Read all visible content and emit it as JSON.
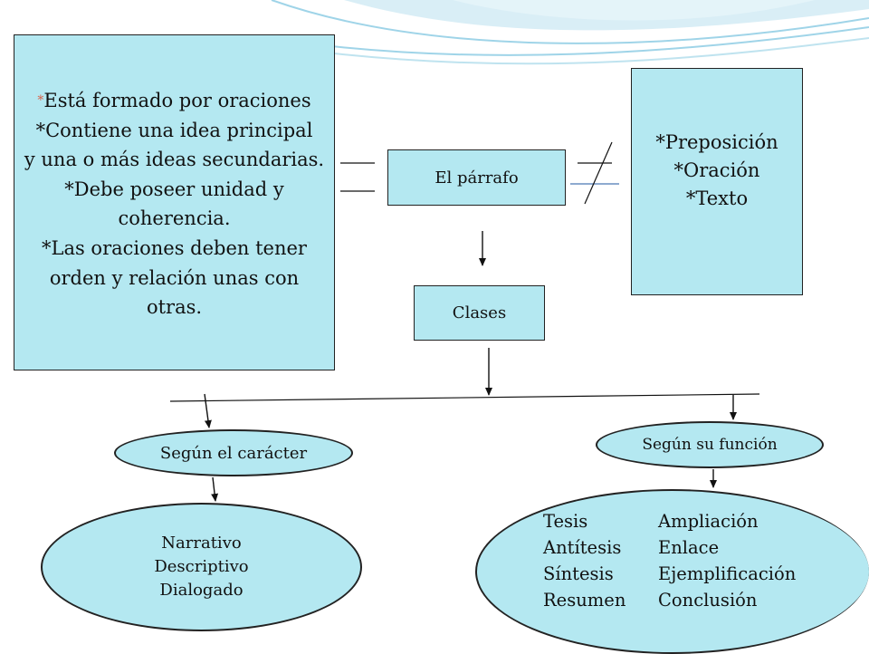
{
  "diagram": {
    "description_box": {
      "lines": [
        {
          "star": "*",
          "text": "Está formado por oraciones"
        },
        {
          "star": "",
          "text": "*Contiene una idea principal"
        },
        {
          "star": "",
          "text": "y una o más ideas secundarias."
        },
        {
          "star": "",
          "text": "*Debe poseer unidad y"
        },
        {
          "star": "",
          "text": "coherencia."
        },
        {
          "star": "",
          "text": "*Las oraciones deben tener"
        },
        {
          "star": "",
          "text": "orden y  relación unas con"
        },
        {
          "star": "",
          "text": "otras."
        }
      ]
    },
    "central_node": "El párrafo",
    "classes_node": "Clases",
    "not_box": {
      "lines": [
        "*Preposición",
        "*Oración",
        "*Texto"
      ]
    },
    "branch_left": {
      "label": "Según el carácter",
      "items": [
        "Narrativo",
        "Descriptivo",
        "Dialogado"
      ]
    },
    "branch_right": {
      "label": "Según su función",
      "rows": [
        [
          "Tesis",
          "Ampliación"
        ],
        [
          "Antítesis",
          "Enlace"
        ],
        [
          "Síntesis",
          "Ejemplificación"
        ],
        [
          "Resumen",
          "Conclusión"
        ]
      ]
    }
  },
  "colors": {
    "node_fill": "#b4e8f1",
    "stroke": "#222222",
    "star_accent": "#d9624a",
    "deco_wave": "#9fd4e8"
  }
}
